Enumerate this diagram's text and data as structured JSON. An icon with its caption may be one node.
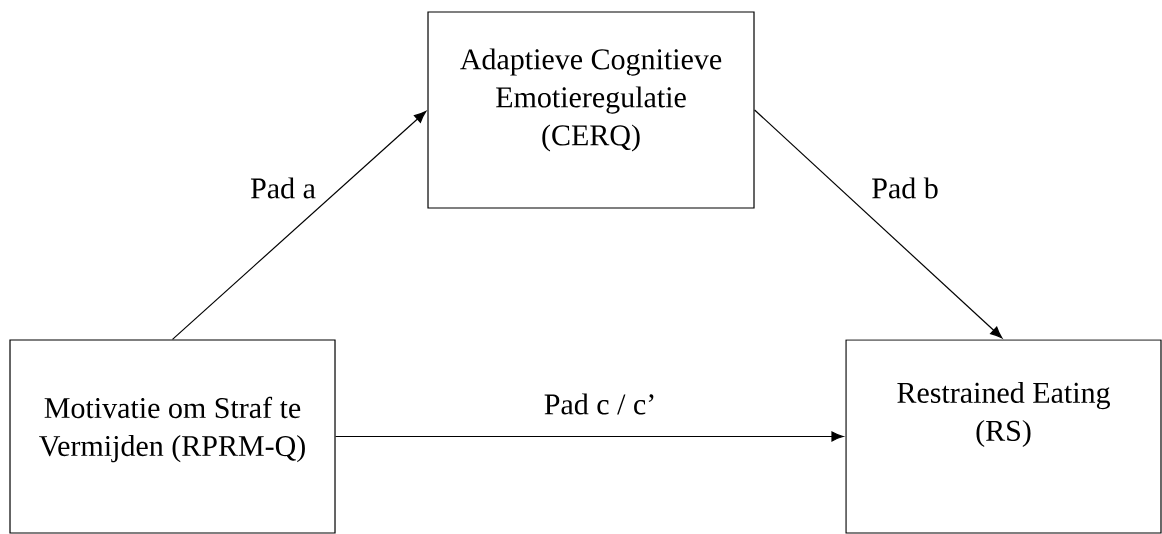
{
  "diagram": {
    "nodes": [
      {
        "text": [
          "Adaptieve Cognitieve Emotieregulatie (CERQ)"
        ]
      },
      {
        "text": [
          "Motivatie om Straf te Vermijden (RPRM-Q)"
        ]
      },
      {
        "text": [
          "Restrained Eating (RS)"
        ]
      }
    ],
    "edges": [
      {
        "from": 1,
        "to": 0,
        "arrow": "to",
        "label": "Pad a"
      },
      {
        "from": 0,
        "to": 2,
        "arrow": "to",
        "label": "Pad b"
      },
      {
        "from": 1,
        "to": 2,
        "arrow": "to",
        "label": "Pad c / c’"
      }
    ]
  }
}
